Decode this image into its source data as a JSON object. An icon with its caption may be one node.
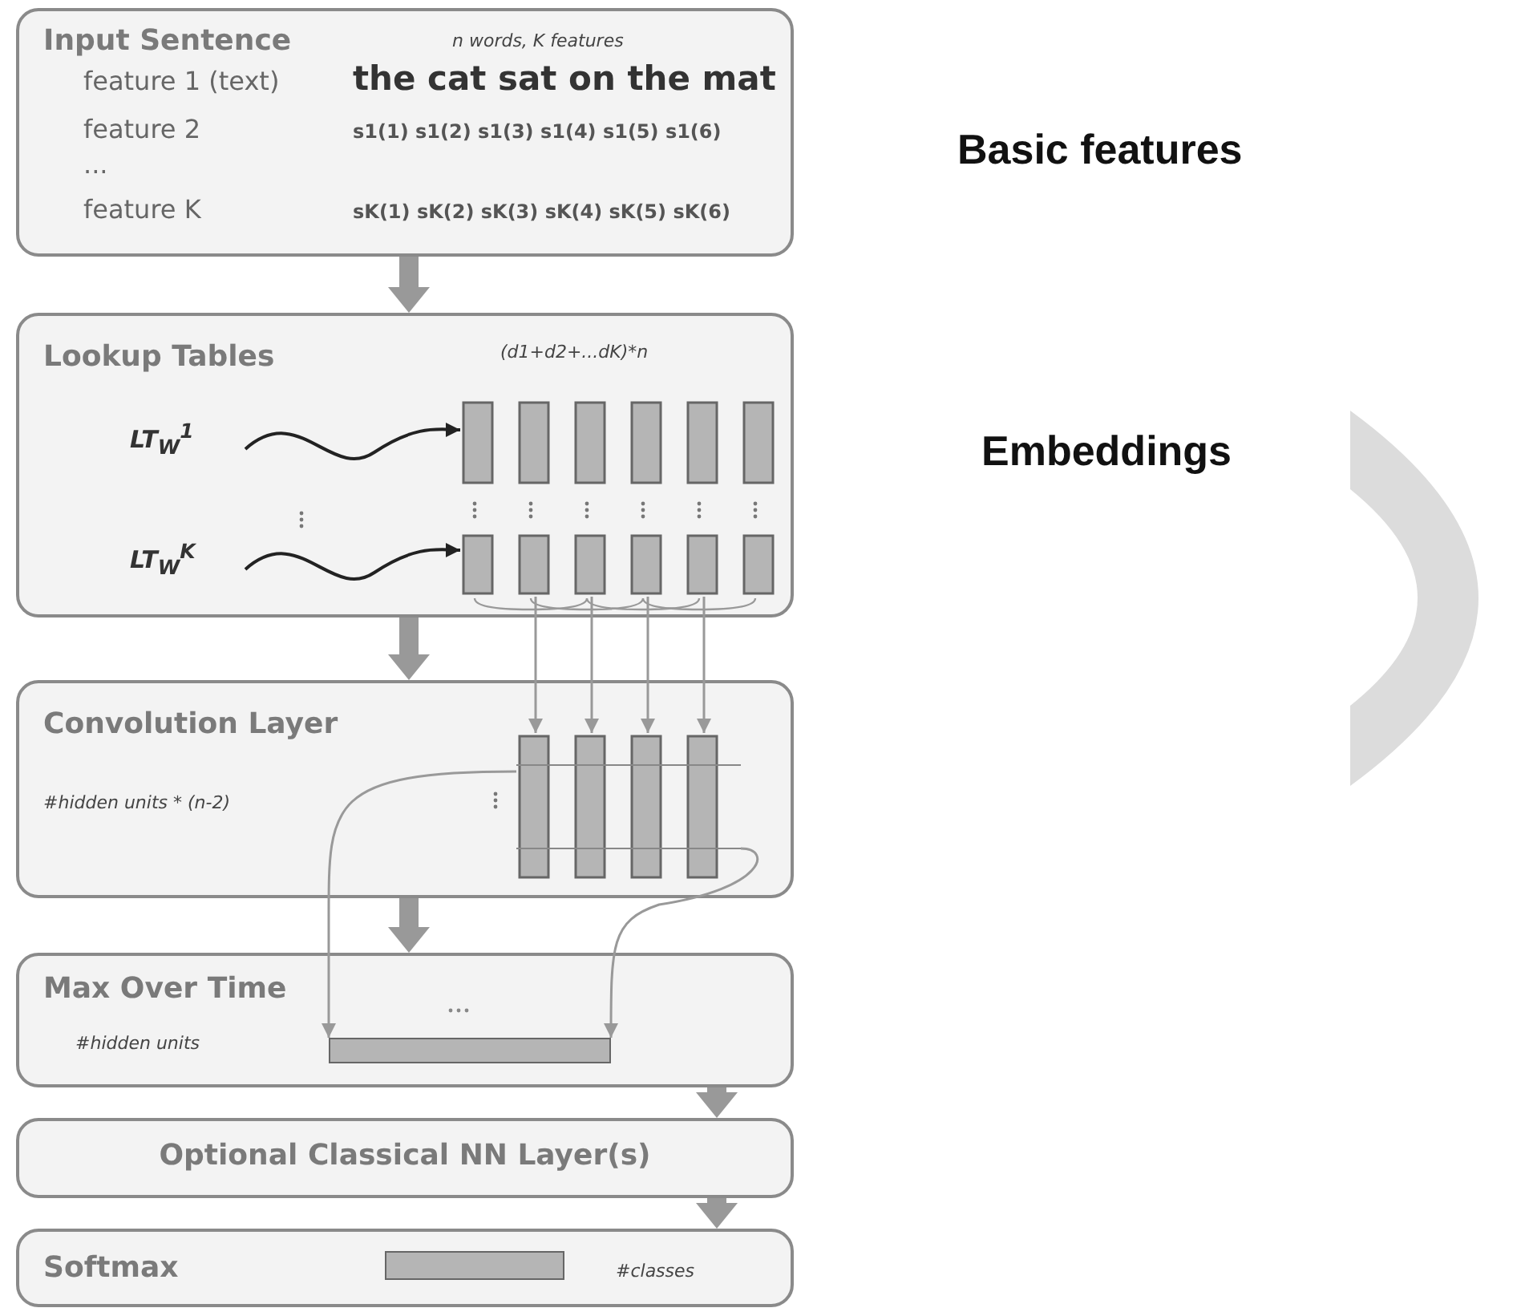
{
  "diagram": {
    "nodes": [
      {
        "text": [
          "Input Sentence",
          "n words, K features",
          "feature 1 (text)",
          "the cat sat on the mat",
          "feature 2",
          "s1(1) s1(2) s1(3) s1(4) s1(5) s1(6)",
          "...",
          "feature K",
          "sK(1) sK(2) sK(3) sK(4) sK(5) sK(6)"
        ]
      },
      {
        "text": [
          "Lookup Tables",
          "(d1+d2+...dK)*n"
        ]
      },
      {
        "text": [
          "LT$_{W}$$^{1}$"
        ],
        "in": 1
      },
      {
        "text": [],
        "shape": "bar",
        "in": 1
      },
      {
        "text": [
          "LT$_{W}$$^{K}$"
        ],
        "in": 1
      },
      {
        "text": [],
        "shape": "bar",
        "in": 1
      },
      {
        "text": [
          "Convolution Layer",
          "#hidden units * (n-2)"
        ]
      },
      {
        "text": [],
        "shape": "bar",
        "in": 6
      },
      {
        "text": [
          "Max Over Time",
          "#hidden units"
        ]
      },
      {
        "text": [],
        "shape": "bar",
        "in": 8
      },
      {
        "text": [
          "Optional Classical NN Layer(s)"
        ]
      },
      {
        "text": [
          "Softmax",
          "#classes"
        ]
      },
      {
        "text": [],
        "shape": "bar",
        "in": 11
      },
      {
        "text": [],
        "shape": "arc"
      }
    ],
    "edges": [
      {
        "from": 0,
        "to": 1,
        "arrow": "to",
        "style": "thick"
      },
      {
        "from": 1,
        "to": 6,
        "arrow": "to",
        "style": "thick"
      },
      {
        "from": 6,
        "to": 8,
        "arrow": "to",
        "style": "thick"
      },
      {
        "from": 8,
        "to": 10,
        "arrow": "to",
        "style": "thick"
      },
      {
        "from": 10,
        "to": 11,
        "arrow": "to",
        "style": "thick"
      },
      {
        "from": 2,
        "to": 3,
        "arrow": "to",
        "color": "#222222"
      },
      {
        "from": 4,
        "to": 5,
        "arrow": "to",
        "color": "#222222"
      },
      {
        "from": 5,
        "to": 7,
        "arrow": "to"
      },
      {
        "from": 5,
        "to": 7,
        "arrow": "to"
      },
      {
        "from": 5,
        "to": 7,
        "arrow": "to"
      },
      {
        "from": 5,
        "to": 7,
        "arrow": "to"
      },
      {
        "from": 7,
        "to": 9,
        "arrow": "to"
      },
      {
        "from": 7,
        "to": 9,
        "arrow": "to"
      }
    ],
    "labels": [
      "Basic features",
      "Embeddings"
    ]
  }
}
